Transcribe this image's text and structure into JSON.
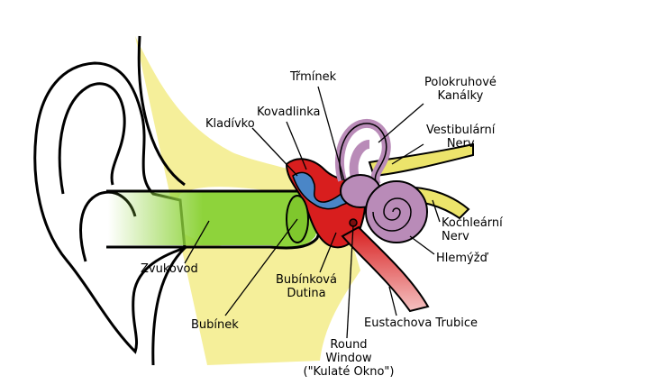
{
  "labels": {
    "triminek": "Třmínek",
    "polokruhove_1": "Polokruhové",
    "polokruhove_2": "Kanálky",
    "kovadlinka": "Kovadlinka",
    "kladivko": "Kladívko",
    "vestibularni_1": "Vestibulární",
    "vestibularni_2": "Nerv",
    "kochlearni_1": "Kochleární",
    "kochlearni_2": "Nerv",
    "hlemyzd": "Hlemýžď",
    "zvukovod": "Zvukovod",
    "bubinkova_1": "Bubínková",
    "bubinkova_2": "Dutina",
    "bubinek": "Bubínek",
    "eustachova": "Eustachova Trubice",
    "round_1": "Round",
    "round_2": "Window",
    "round_3": "(\"Kulaté Okno\")"
  },
  "colors": {
    "outline": "#000000",
    "skin": "#ffffff",
    "bone": "#f5ef9a",
    "canal": "#8ed33b",
    "eardrum": "#7fc72d",
    "middle_ear": "#d81e1e",
    "ossicles": "#4a86c7",
    "inner_ear": "#b98bb8",
    "eustachian": "#e88a8a",
    "nerve": "#ece46b"
  }
}
